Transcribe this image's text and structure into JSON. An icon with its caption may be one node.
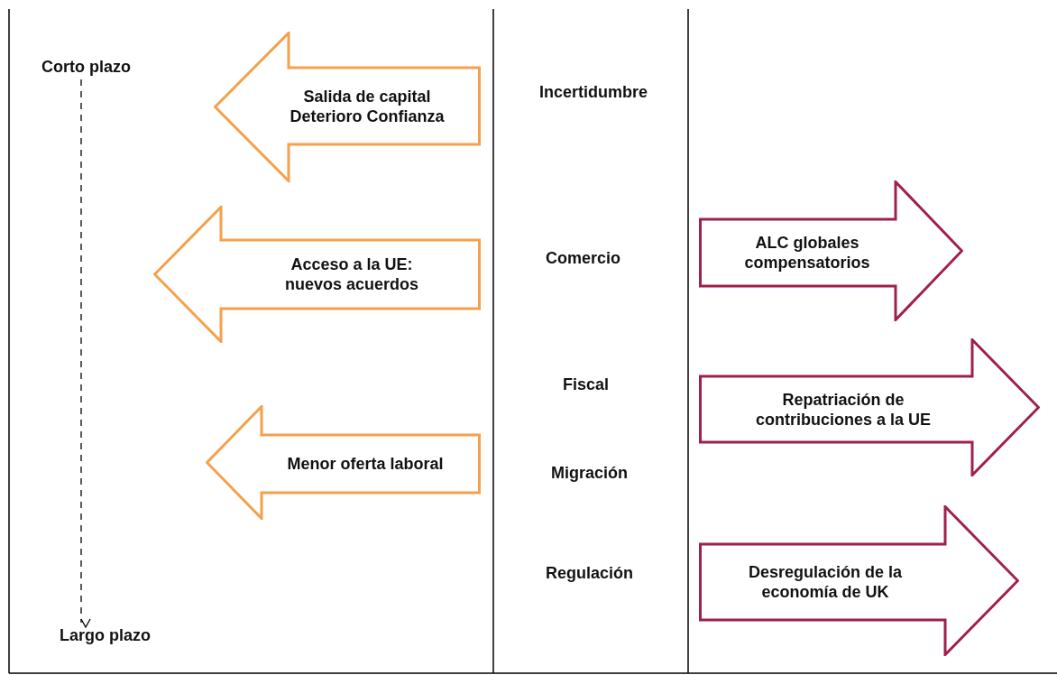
{
  "diagram": {
    "nodes": [
      {
        "text": [
          "Corto plazo"
        ]
      },
      {
        "text": [
          "Largo plazo"
        ]
      },
      {
        "text": [
          "Salida de capital Deterioro Confianza"
        ]
      },
      {
        "text": [
          "Acceso a la UE: nuevos acuerdos"
        ]
      },
      {
        "text": [
          "Menor oferta laboral"
        ]
      },
      {
        "text": [
          "ALC globales compensatorios"
        ]
      },
      {
        "text": [
          "Repatriación de contribuciones a la UE"
        ]
      },
      {
        "text": [
          "Desregulación de la economía de UK"
        ]
      }
    ],
    "edges": [
      {
        "from": 0,
        "to": 1,
        "arrow": "to",
        "style": "dashed"
      }
    ],
    "labels": [
      "Incertidumbre",
      "Comercio",
      "Fiscal",
      "Migración",
      "Regulación"
    ]
  }
}
